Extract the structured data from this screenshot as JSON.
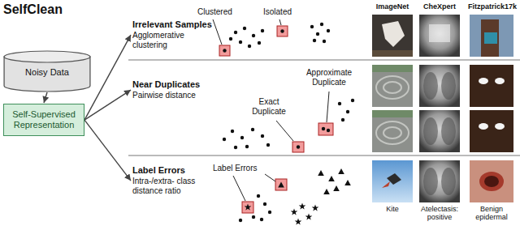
{
  "diagram": {
    "title": "SelfClean",
    "nodes": [
      {
        "text": [
          "Noisy Data"
        ]
      },
      {
        "text": [
          "Self-Supervised Representation"
        ]
      },
      {
        "text": [
          "Irrelevant Samples",
          "Agglomerative clustering"
        ]
      },
      {
        "text": [
          "Near Duplicates",
          "Pairwise distance"
        ]
      },
      {
        "text": [
          "Label Errors",
          "Intra-/extra- class distance ratio"
        ]
      }
    ],
    "edges": [
      {
        "from": 0,
        "to": 1,
        "arrow": "to"
      },
      {
        "from": 1,
        "to": 2,
        "arrow": "to"
      },
      {
        "from": 1,
        "to": 3,
        "arrow": "to"
      },
      {
        "from": 1,
        "to": 4,
        "arrow": "to"
      }
    ],
    "labels": [
      "Clustered",
      "Isolated",
      "Approximate Duplicate",
      "Exact Duplicate",
      "Label Errors",
      "ImageNet",
      "CheXpert",
      "Fitzpatrick17k",
      "Kite",
      "Atelectasis: positive",
      "Benign epidermal"
    ]
  }
}
